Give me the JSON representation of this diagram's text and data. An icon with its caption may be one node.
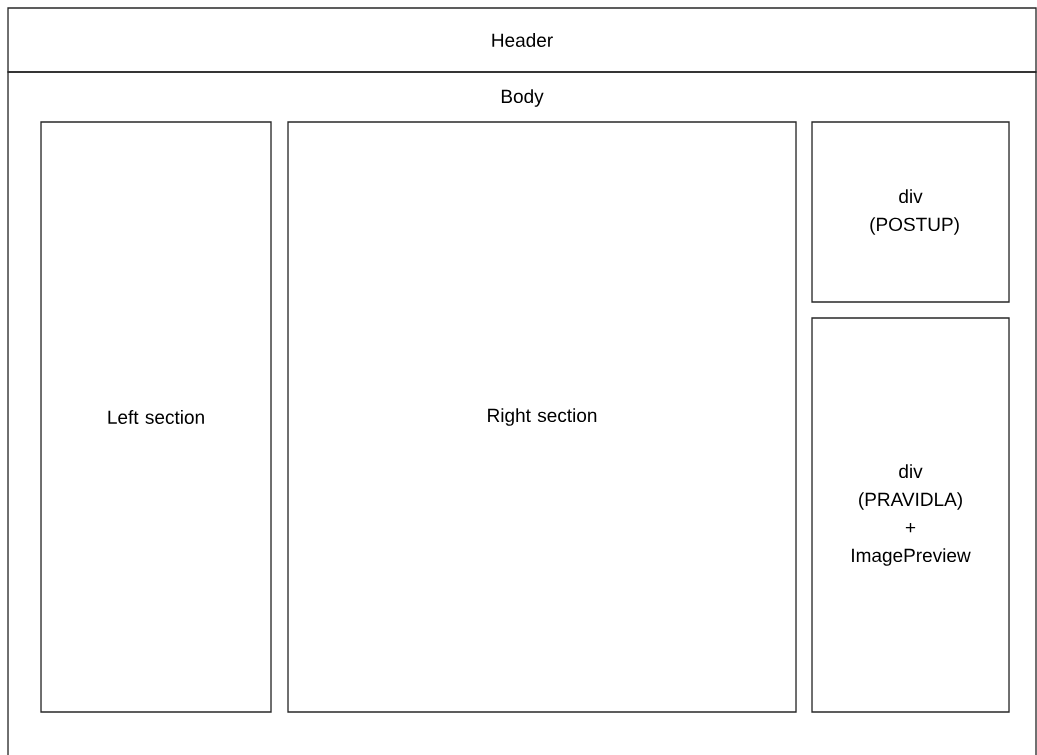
{
  "diagram": {
    "nodes": [
      {
        "text": [
          "Header"
        ]
      },
      {
        "text": [
          "Body"
        ]
      },
      {
        "text": [
          "Left section"
        ],
        "in": 1
      },
      {
        "text": [
          "Right section"
        ],
        "in": 1
      },
      {
        "text": [
          "div (POSTUP)"
        ],
        "in": 1
      },
      {
        "text": [
          "div (PRAVIDLA) + ImagePreview"
        ],
        "in": 1
      }
    ]
  }
}
